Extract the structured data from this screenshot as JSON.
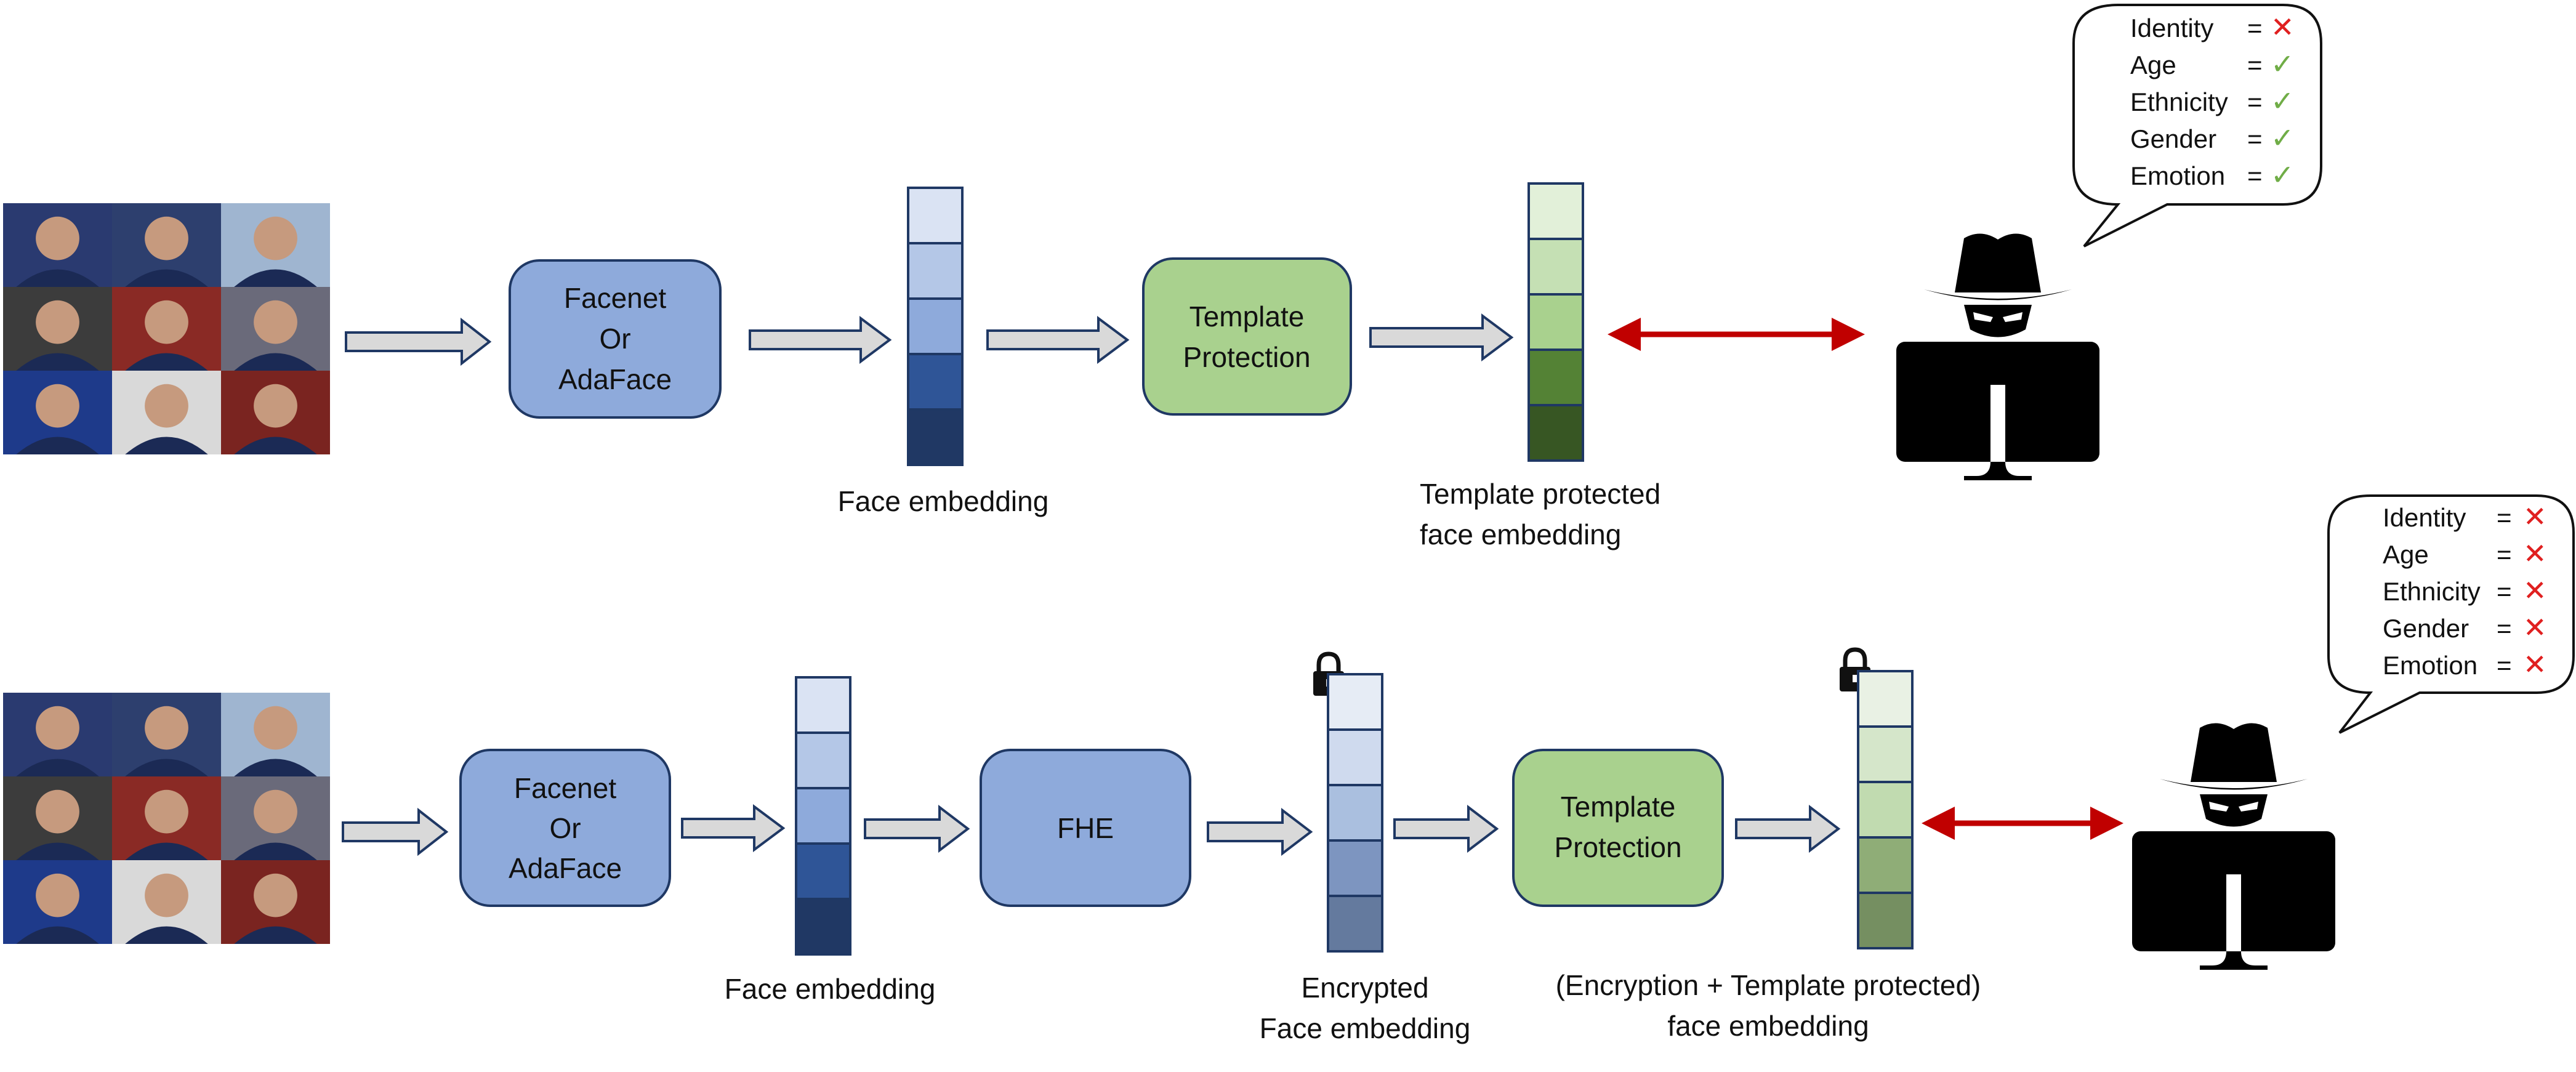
{
  "colors": {
    "blue_box": "#8eaadb",
    "green_box": "#a9d18e",
    "box_border": "#1f3864",
    "arrow_fill": "#d9d9d9",
    "red_arrow": "#c00000",
    "check": "#70ad47",
    "cross": "#e02020",
    "blue_cells": [
      "#dae3f3",
      "#b4c7e7",
      "#8eaadb",
      "#2f5597",
      "#203864"
    ],
    "green_cells": [
      "#e2f0d9",
      "#c5e0b4",
      "#a9d18e",
      "#548235",
      "#375623"
    ],
    "enc_blue_cells": [
      "#e6ecf5",
      "#cfdaee",
      "#aabfdf",
      "#7d95c0",
      "#647a9e"
    ],
    "enc_green_cells": [
      "#e9f1e4",
      "#d5e6ca",
      "#c1dbb0",
      "#8fad77",
      "#758f61"
    ],
    "photo_tiles": [
      "#2a3a70",
      "#2d3f6e",
      "#9fb5d0",
      "#3c3c3c",
      "#8a2a25",
      "#6a6a7a",
      "#1e3a8a",
      "#d9d9d9",
      "#7a2420"
    ]
  },
  "top_row": {
    "model_box": [
      "Facenet",
      "Or",
      "AdaFace"
    ],
    "embedding_label": "Face embedding",
    "protection_box": [
      "Template",
      "Protection"
    ],
    "protected_label": [
      "Template protected",
      "face embedding"
    ],
    "bubble": [
      {
        "attr": "Identity",
        "eq": "=",
        "result": "✕",
        "ok": false
      },
      {
        "attr": "Age",
        "eq": "=",
        "result": "✓",
        "ok": true
      },
      {
        "attr": "Ethnicity",
        "eq": "=",
        "result": "✓",
        "ok": true
      },
      {
        "attr": "Gender",
        "eq": "=",
        "result": "✓",
        "ok": true
      },
      {
        "attr": "Emotion",
        "eq": "=",
        "result": "✓",
        "ok": true
      }
    ]
  },
  "bottom_row": {
    "model_box": [
      "Facenet",
      "Or",
      "AdaFace"
    ],
    "embedding_label": "Face embedding",
    "fhe_box": "FHE",
    "encrypted_label": [
      "Encrypted",
      "Face embedding"
    ],
    "protection_box": [
      "Template",
      "Protection"
    ],
    "protected_label": [
      "(Encryption + Template protected)",
      "face embedding"
    ],
    "bubble": [
      {
        "attr": "Identity",
        "eq": "=",
        "result": "✕",
        "ok": false
      },
      {
        "attr": "Age",
        "eq": "=",
        "result": "✕",
        "ok": false
      },
      {
        "attr": "Ethnicity",
        "eq": "=",
        "result": "✕",
        "ok": false
      },
      {
        "attr": "Gender",
        "eq": "=",
        "result": "✕",
        "ok": false
      },
      {
        "attr": "Emotion",
        "eq": "=",
        "result": "✕",
        "ok": false
      }
    ]
  }
}
